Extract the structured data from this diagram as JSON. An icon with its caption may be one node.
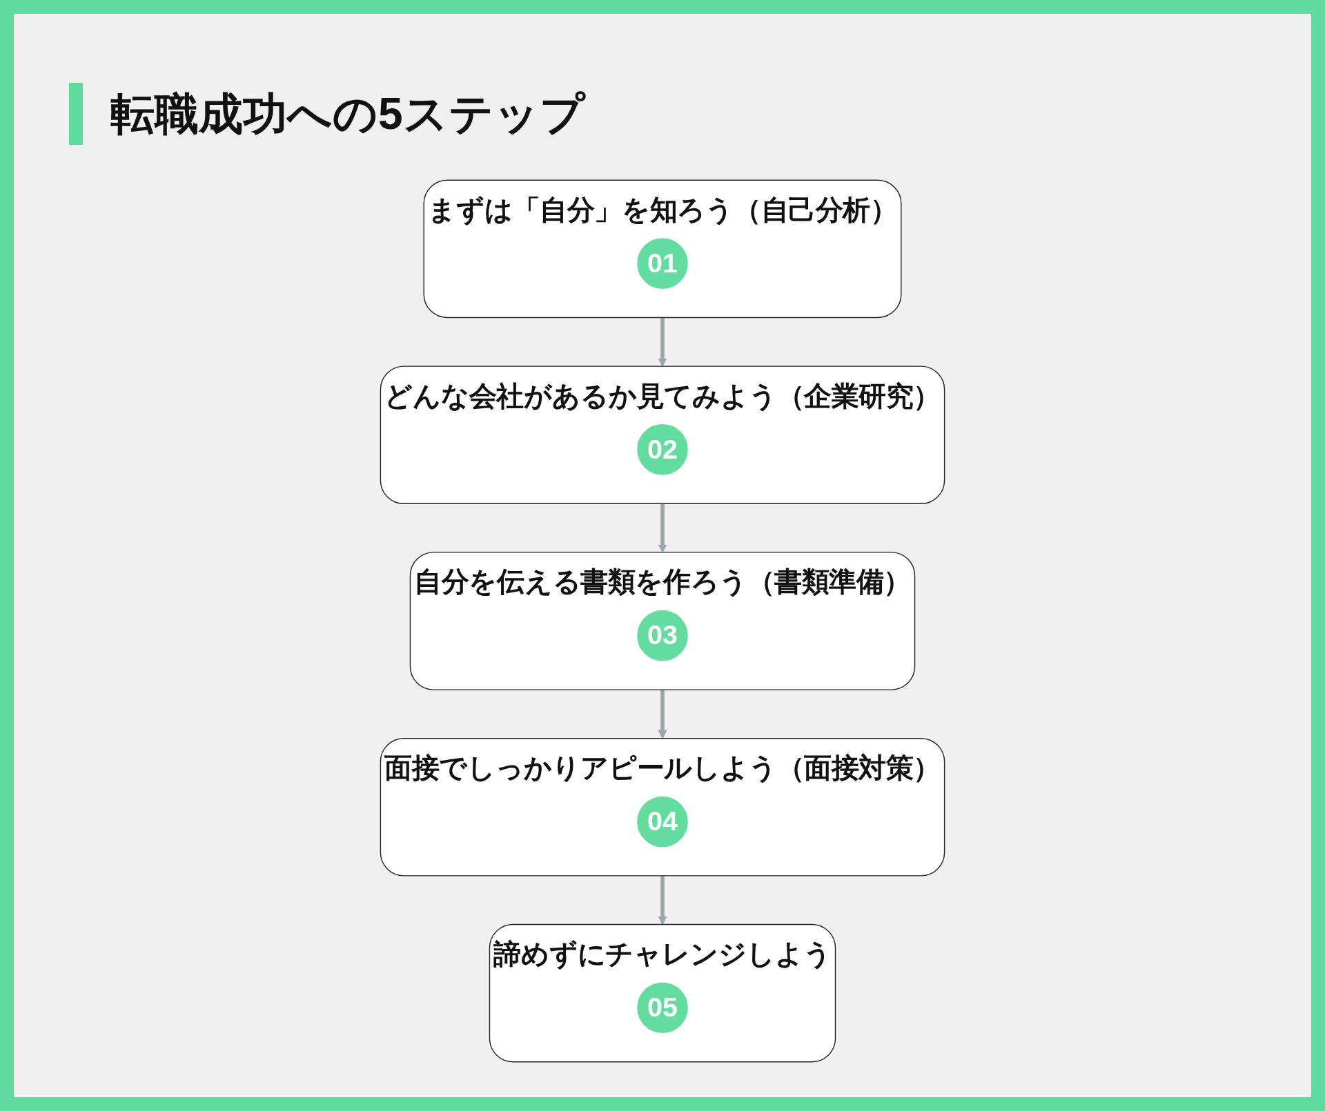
{
  "diagram": {
    "title": "転職成功への5ステップ",
    "nodes": [
      {
        "text": [
          "まずは「自分」を知ろう（自己分析）"
        ]
      },
      {
        "text": [
          "01"
        ],
        "in": 0
      },
      {
        "text": [
          "どんな会社があるか見てみよう（企業研究）"
        ]
      },
      {
        "text": [
          "02"
        ],
        "in": 2
      },
      {
        "text": [
          "自分を伝える書類を作ろう（書類準備）"
        ]
      },
      {
        "text": [
          "03"
        ],
        "in": 4
      },
      {
        "text": [
          "面接でしっかりアピールしよう（面接対策）"
        ]
      },
      {
        "text": [
          "04"
        ],
        "in": 6
      },
      {
        "text": [
          "諦めずにチャレンジしよう"
        ]
      },
      {
        "text": [
          "05"
        ],
        "in": 8
      }
    ],
    "edges": [
      {
        "from": 0,
        "to": 2,
        "arrow": "to"
      },
      {
        "from": 2,
        "to": 4,
        "arrow": "to"
      },
      {
        "from": 4,
        "to": 6,
        "arrow": "to"
      },
      {
        "from": 6,
        "to": 8,
        "arrow": "to"
      }
    ]
  }
}
